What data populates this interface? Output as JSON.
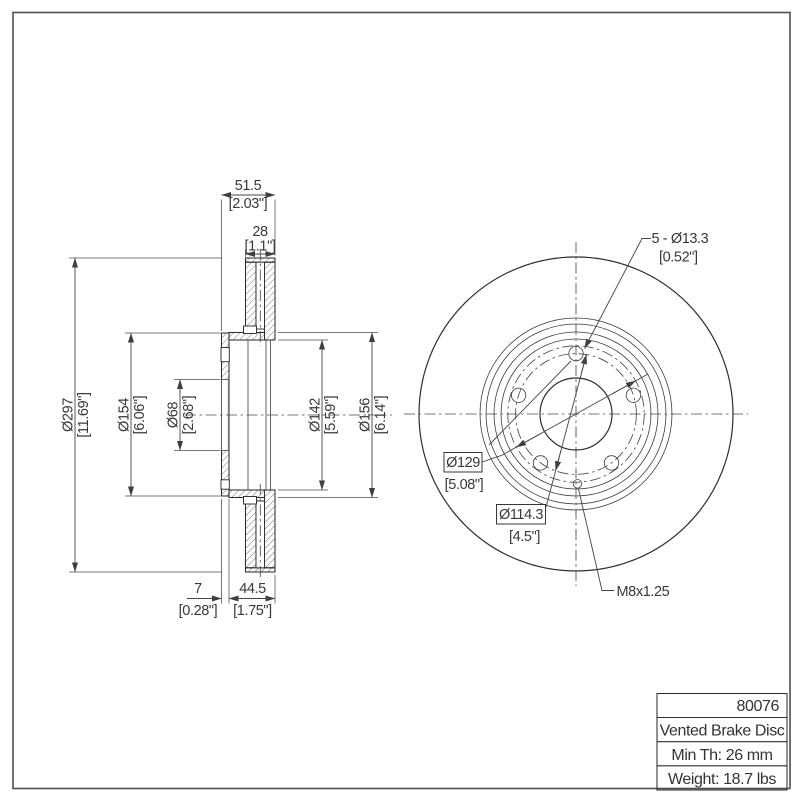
{
  "title_block": {
    "part_number": "80076",
    "product_type": "Vented Brake Disc",
    "min_thickness": "Min Th: 26 mm",
    "weight": "Weight: 18.7 lbs"
  },
  "section_view": {
    "overall_width_mm": "51.5",
    "overall_width_in": "[2.03\"]",
    "rotor_thickness_mm": "28",
    "rotor_thickness_in": "[1.1\"]",
    "outer_dia_mm": "Ø297",
    "outer_dia_in": "[11.69\"]",
    "hat_dia_mm": "Ø154",
    "hat_dia_in": "[6.06\"]",
    "bore_dia_mm": "Ø68",
    "bore_dia_in": "[2.68\"]",
    "hat_inner_dia_mm": "Ø142",
    "hat_inner_dia_in": "[5.59\"]",
    "rotor_inner_dia_mm": "Ø156",
    "rotor_inner_dia_in": "[6.14\"]",
    "flange_th_mm": "7",
    "flange_th_in": "[0.28\"]",
    "hat_depth_mm": "44.5",
    "hat_depth_in": "[1.75\"]"
  },
  "front_view": {
    "bolt_holes_mm": "5 - Ø13.3",
    "bolt_holes_in": "[0.52\"]",
    "dia129_mm": "Ø129",
    "dia129_in": "[5.08\"]",
    "bcd_mm": "Ø114.3",
    "bcd_in": "[4.5\"]",
    "thread": "M8x1.25"
  },
  "colors": {
    "line": "#2e2e2e",
    "dim": "#454545",
    "text": "#383838",
    "background": "#ffffff"
  }
}
